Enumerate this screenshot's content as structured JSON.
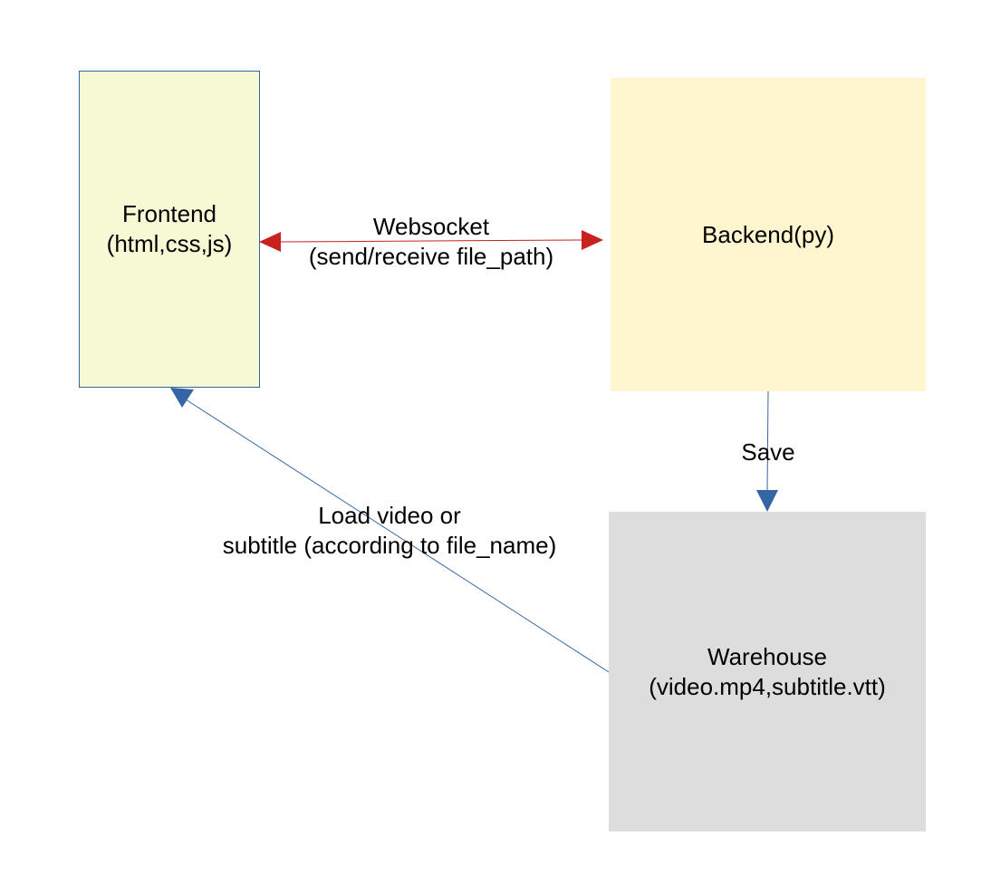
{
  "nodes": {
    "frontend": {
      "lines": [
        "Frontend",
        "(html,css,js)"
      ],
      "fill": "#f6f9d4"
    },
    "backend": {
      "lines": [
        "Backend(py)"
      ],
      "fill": "#fff5ce"
    },
    "warehouse": {
      "lines": [
        "Warehouse",
        "(video.mp4,subtitle.vtt)"
      ],
      "fill": "#dddddd"
    }
  },
  "edges": {
    "websocket": {
      "lines": [
        "Websocket",
        "(send/receive file_path)"
      ],
      "color": "#c9211e"
    },
    "save": {
      "lines": [
        "Save"
      ],
      "color": "#3465a4"
    },
    "load": {
      "lines": [
        "Load video or",
        "subtitle (according to file_name)"
      ],
      "color": "#3465a4"
    }
  }
}
